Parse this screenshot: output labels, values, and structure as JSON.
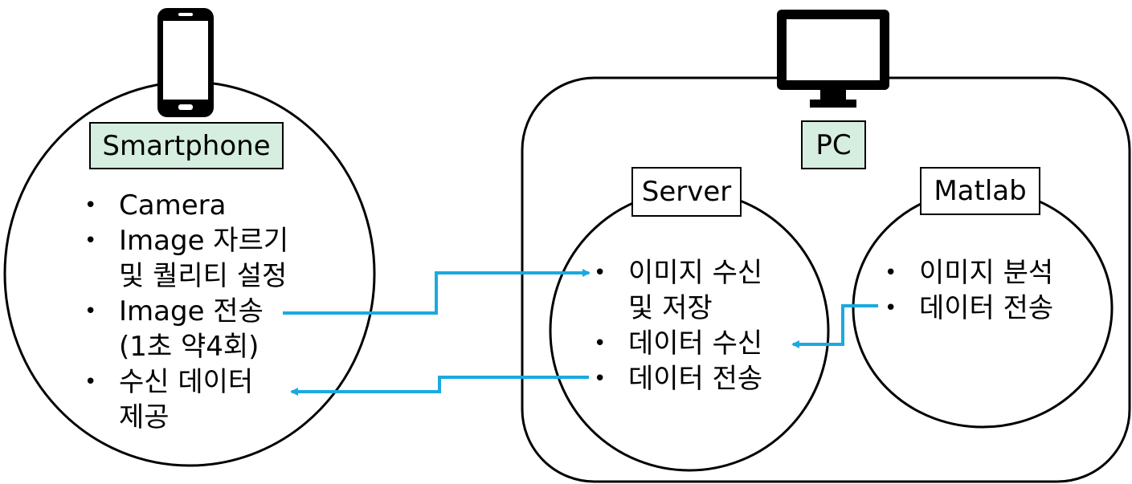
{
  "smartphone": {
    "label": "Smartphone",
    "icon": "smartphone-icon",
    "items": [
      "Camera",
      "Image 자르기\n및 퀄리티 설정",
      "Image 전송\n(1초 약4회)",
      "수신 데이터\n제공"
    ]
  },
  "pc": {
    "label": "PC",
    "icon": "monitor-icon"
  },
  "server": {
    "label": "Server",
    "items": [
      "이미지 수신\n및 저장",
      "데이터 수신",
      "데이터 전송"
    ]
  },
  "matlab": {
    "label": "Matlab",
    "items": [
      "이미지 분석",
      "데이터 전송"
    ]
  },
  "colors": {
    "arrow": "#1ba9df",
    "label_fill_green": "#d5eedf",
    "stroke": "#000000"
  }
}
